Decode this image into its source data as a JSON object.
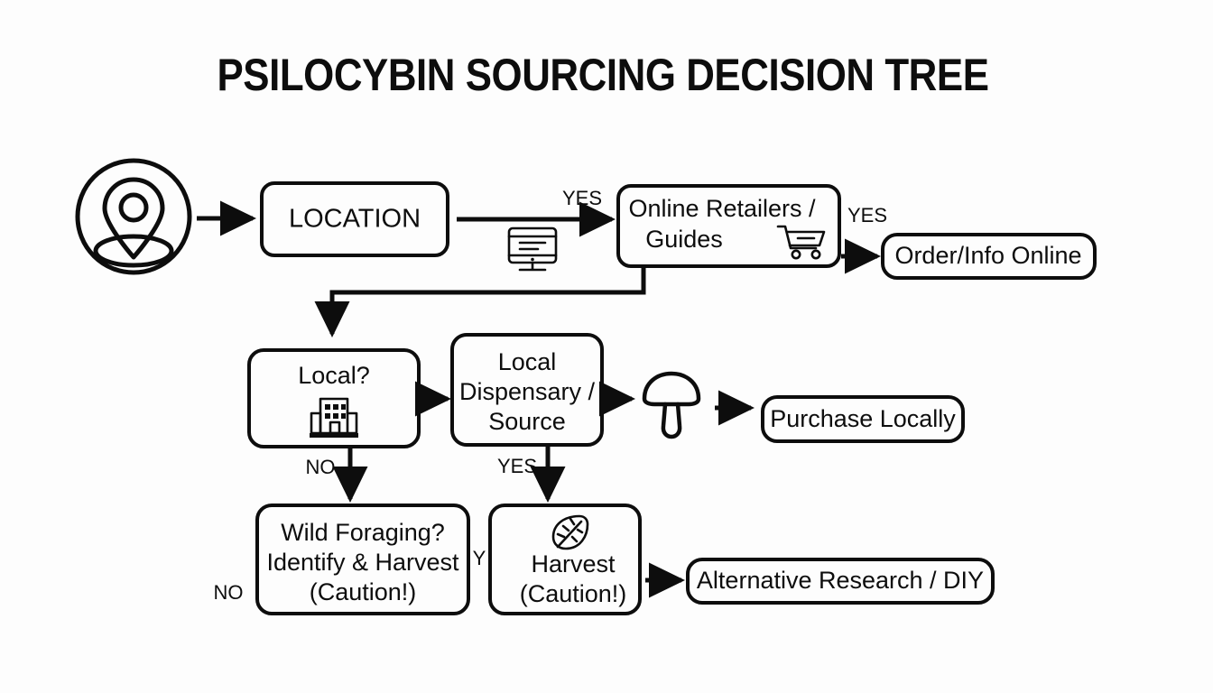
{
  "title": "PSILOCYBIN SOURCING DECISION TREE",
  "colors": {
    "background": "#fdfdfd",
    "stroke": "#0d0d0d",
    "text": "#0d0d0d"
  },
  "nodes": {
    "start_icon": {
      "name": "location-pin-icon",
      "label": ""
    },
    "location": {
      "label": "LOCATION"
    },
    "online_retailers": {
      "line1": "Online Retailers /",
      "line2": "Guides"
    },
    "order_info_online": {
      "label": "Order/Info Online"
    },
    "local_question": {
      "label": "Local?"
    },
    "local_dispensary": {
      "line1": "Local",
      "line2": "Dispensary /",
      "line3": "Source"
    },
    "purchase_locally": {
      "label": "Purchase Locally"
    },
    "wild_foraging": {
      "line1": "Wild Foraging?",
      "line2": "Identify & Harvest",
      "line3": "(Caution!)"
    },
    "harvest": {
      "line1": "Harvest",
      "line2": "(Caution!)"
    },
    "alternative_research": {
      "label": "Alternative Research / DIY"
    }
  },
  "edge_labels": {
    "location_to_online": "YES",
    "online_to_order": "YES",
    "local_to_foraging": "NO",
    "dispensary_to_harvest": "YES",
    "foraging_to_harvest": "Y",
    "foraging_no": "NO"
  },
  "icons": {
    "monitor": "monitor-icon",
    "cart": "shopping-cart-icon",
    "building": "building-icon",
    "mushroom": "mushroom-icon",
    "leaf": "leaf-icon",
    "pin": "location-pin-icon"
  }
}
